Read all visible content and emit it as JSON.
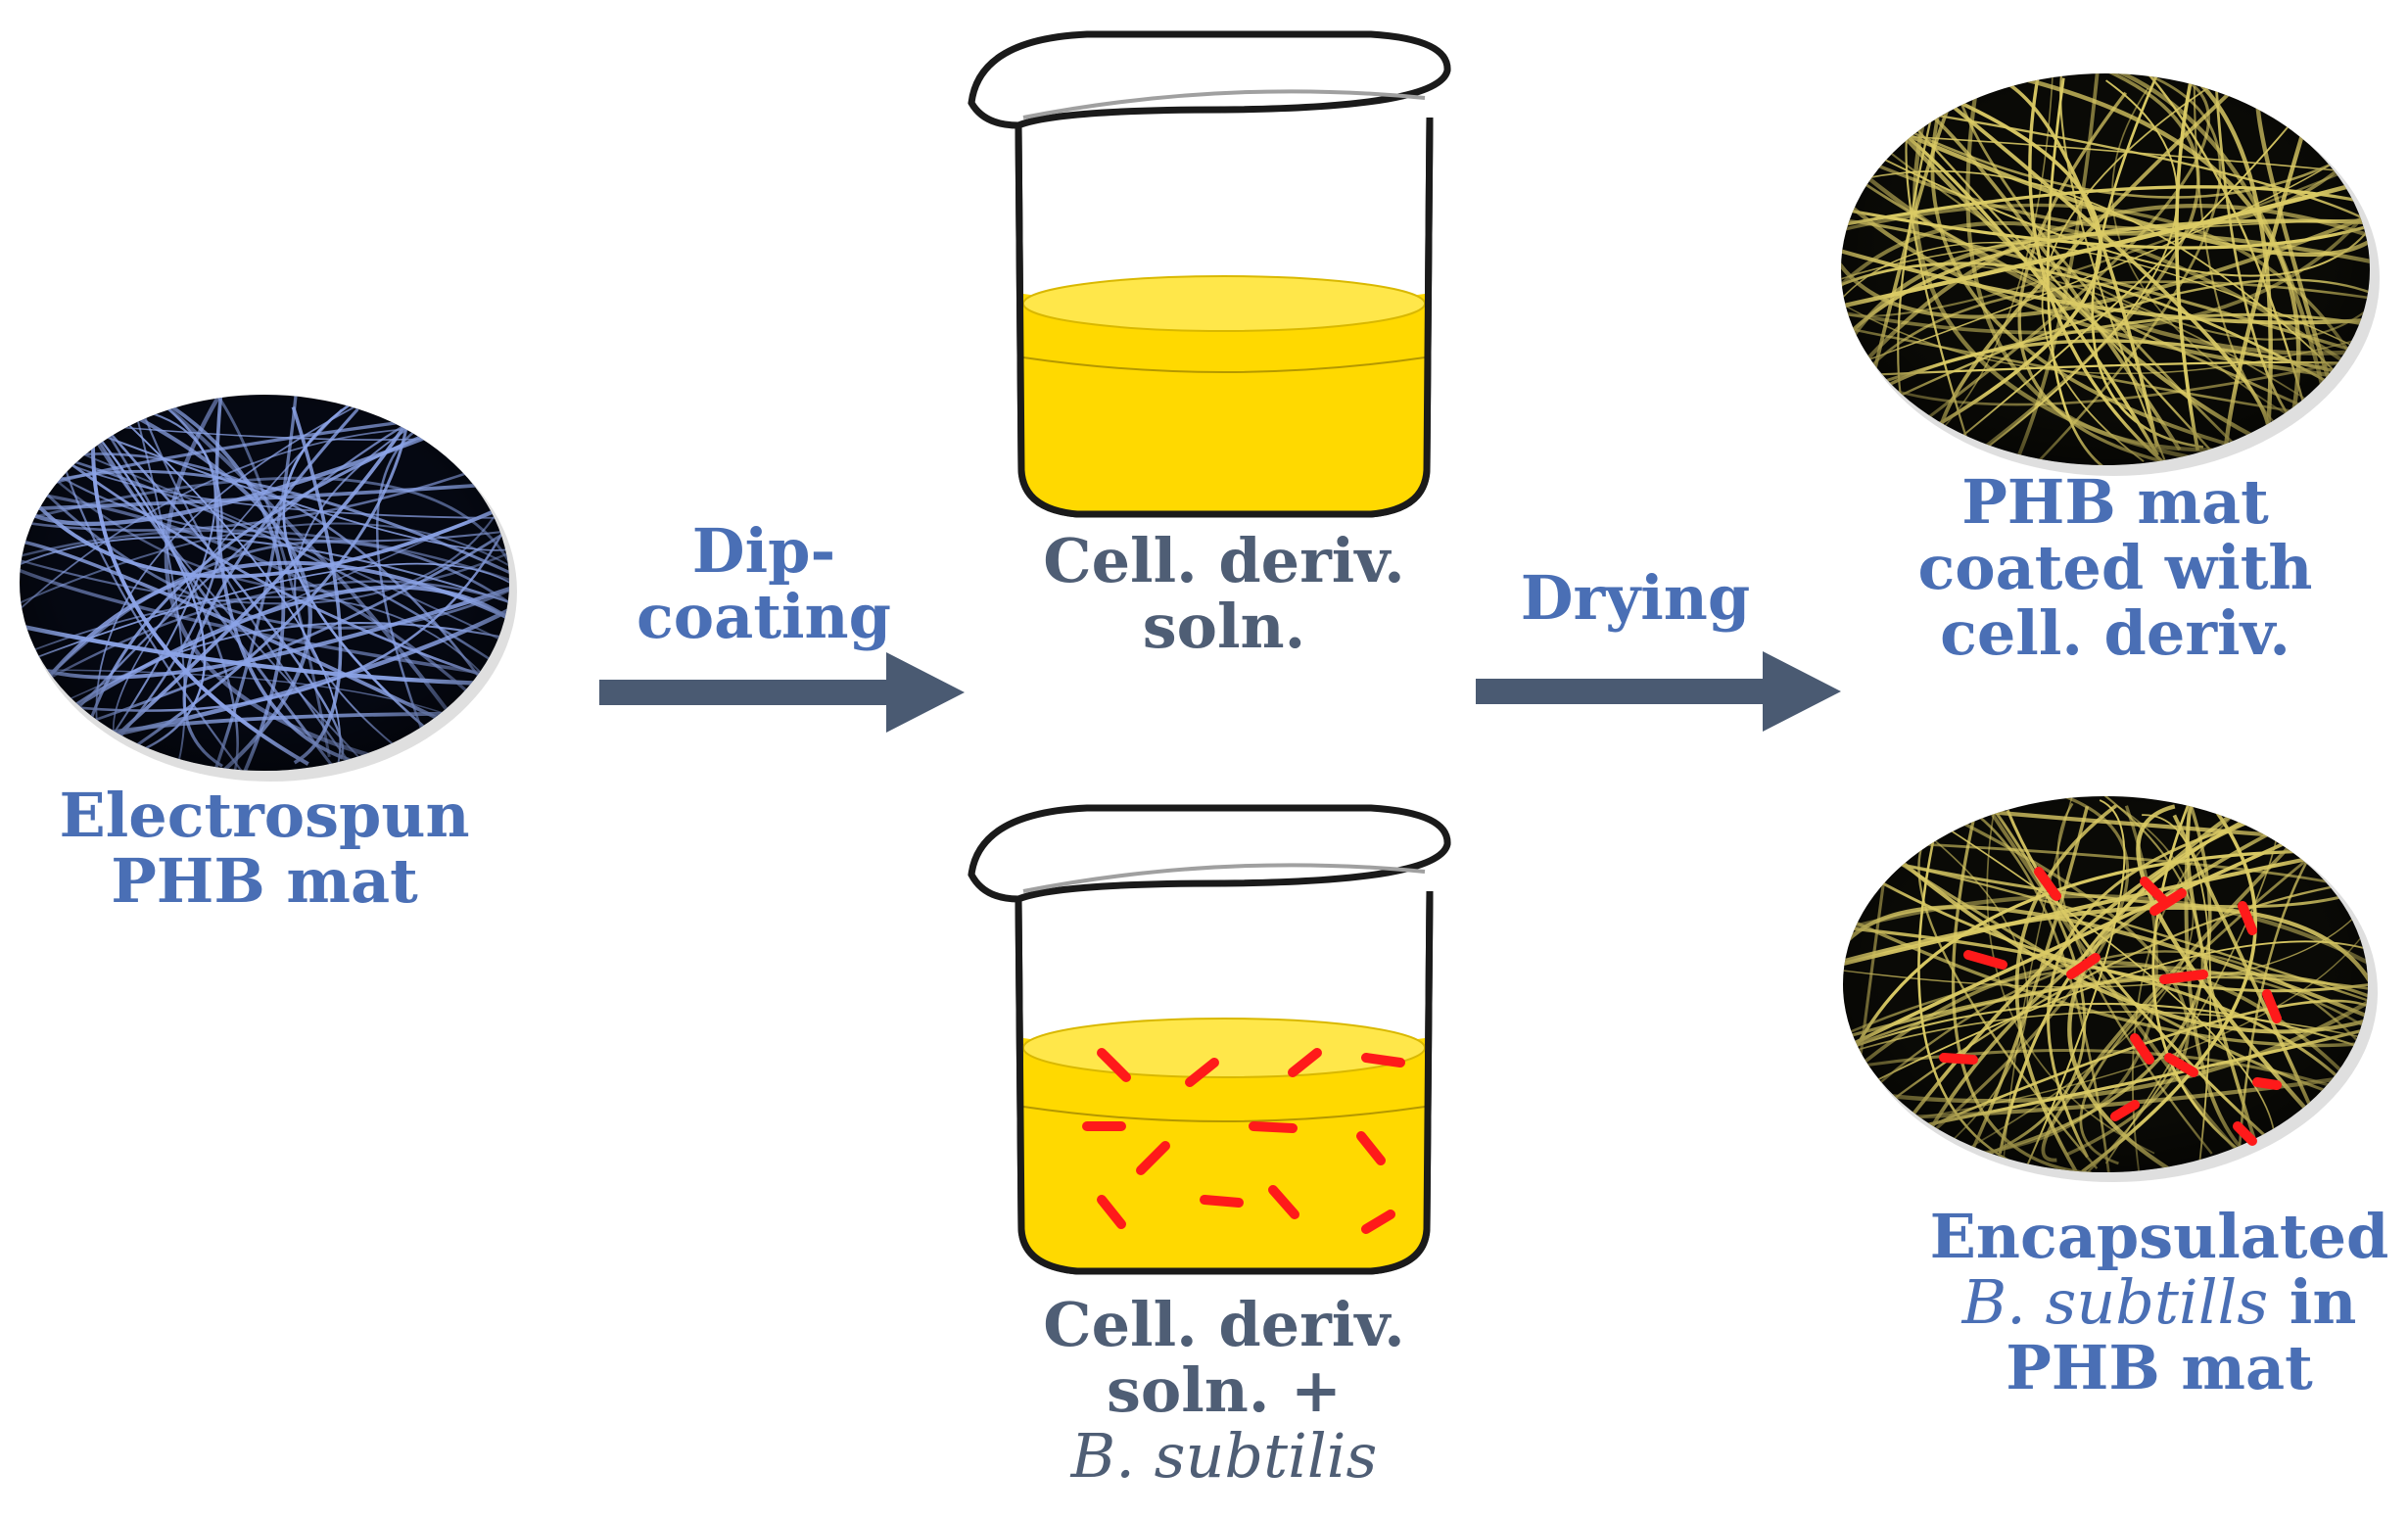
{
  "start_label": [
    "Electrospun",
    "PHB mat"
  ],
  "step1_label": [
    "Dip-",
    "coating"
  ],
  "step2_label": "Drying",
  "beaker_top_label": [
    "Cell. deriv.",
    "soln."
  ],
  "beaker_bottom_label": [
    "Cell. deriv.",
    "soln. +",
    "B. subtilis"
  ],
  "result_top_label": [
    "PHB mat",
    "coated with",
    "cell. deriv."
  ],
  "result_bottom_label": [
    "Encapsulated",
    "B. subtills",
    " in",
    "PHB mat"
  ],
  "colors": {
    "label_blue": "#4a6fb5",
    "label_slate": "#4f5e75",
    "arrow": "#4a5a72",
    "solution": "#ffd900",
    "bacteria": "#ff1a1a",
    "fiber_blue": "#9bb5ff",
    "fiber_yellow": "#f2e070"
  }
}
